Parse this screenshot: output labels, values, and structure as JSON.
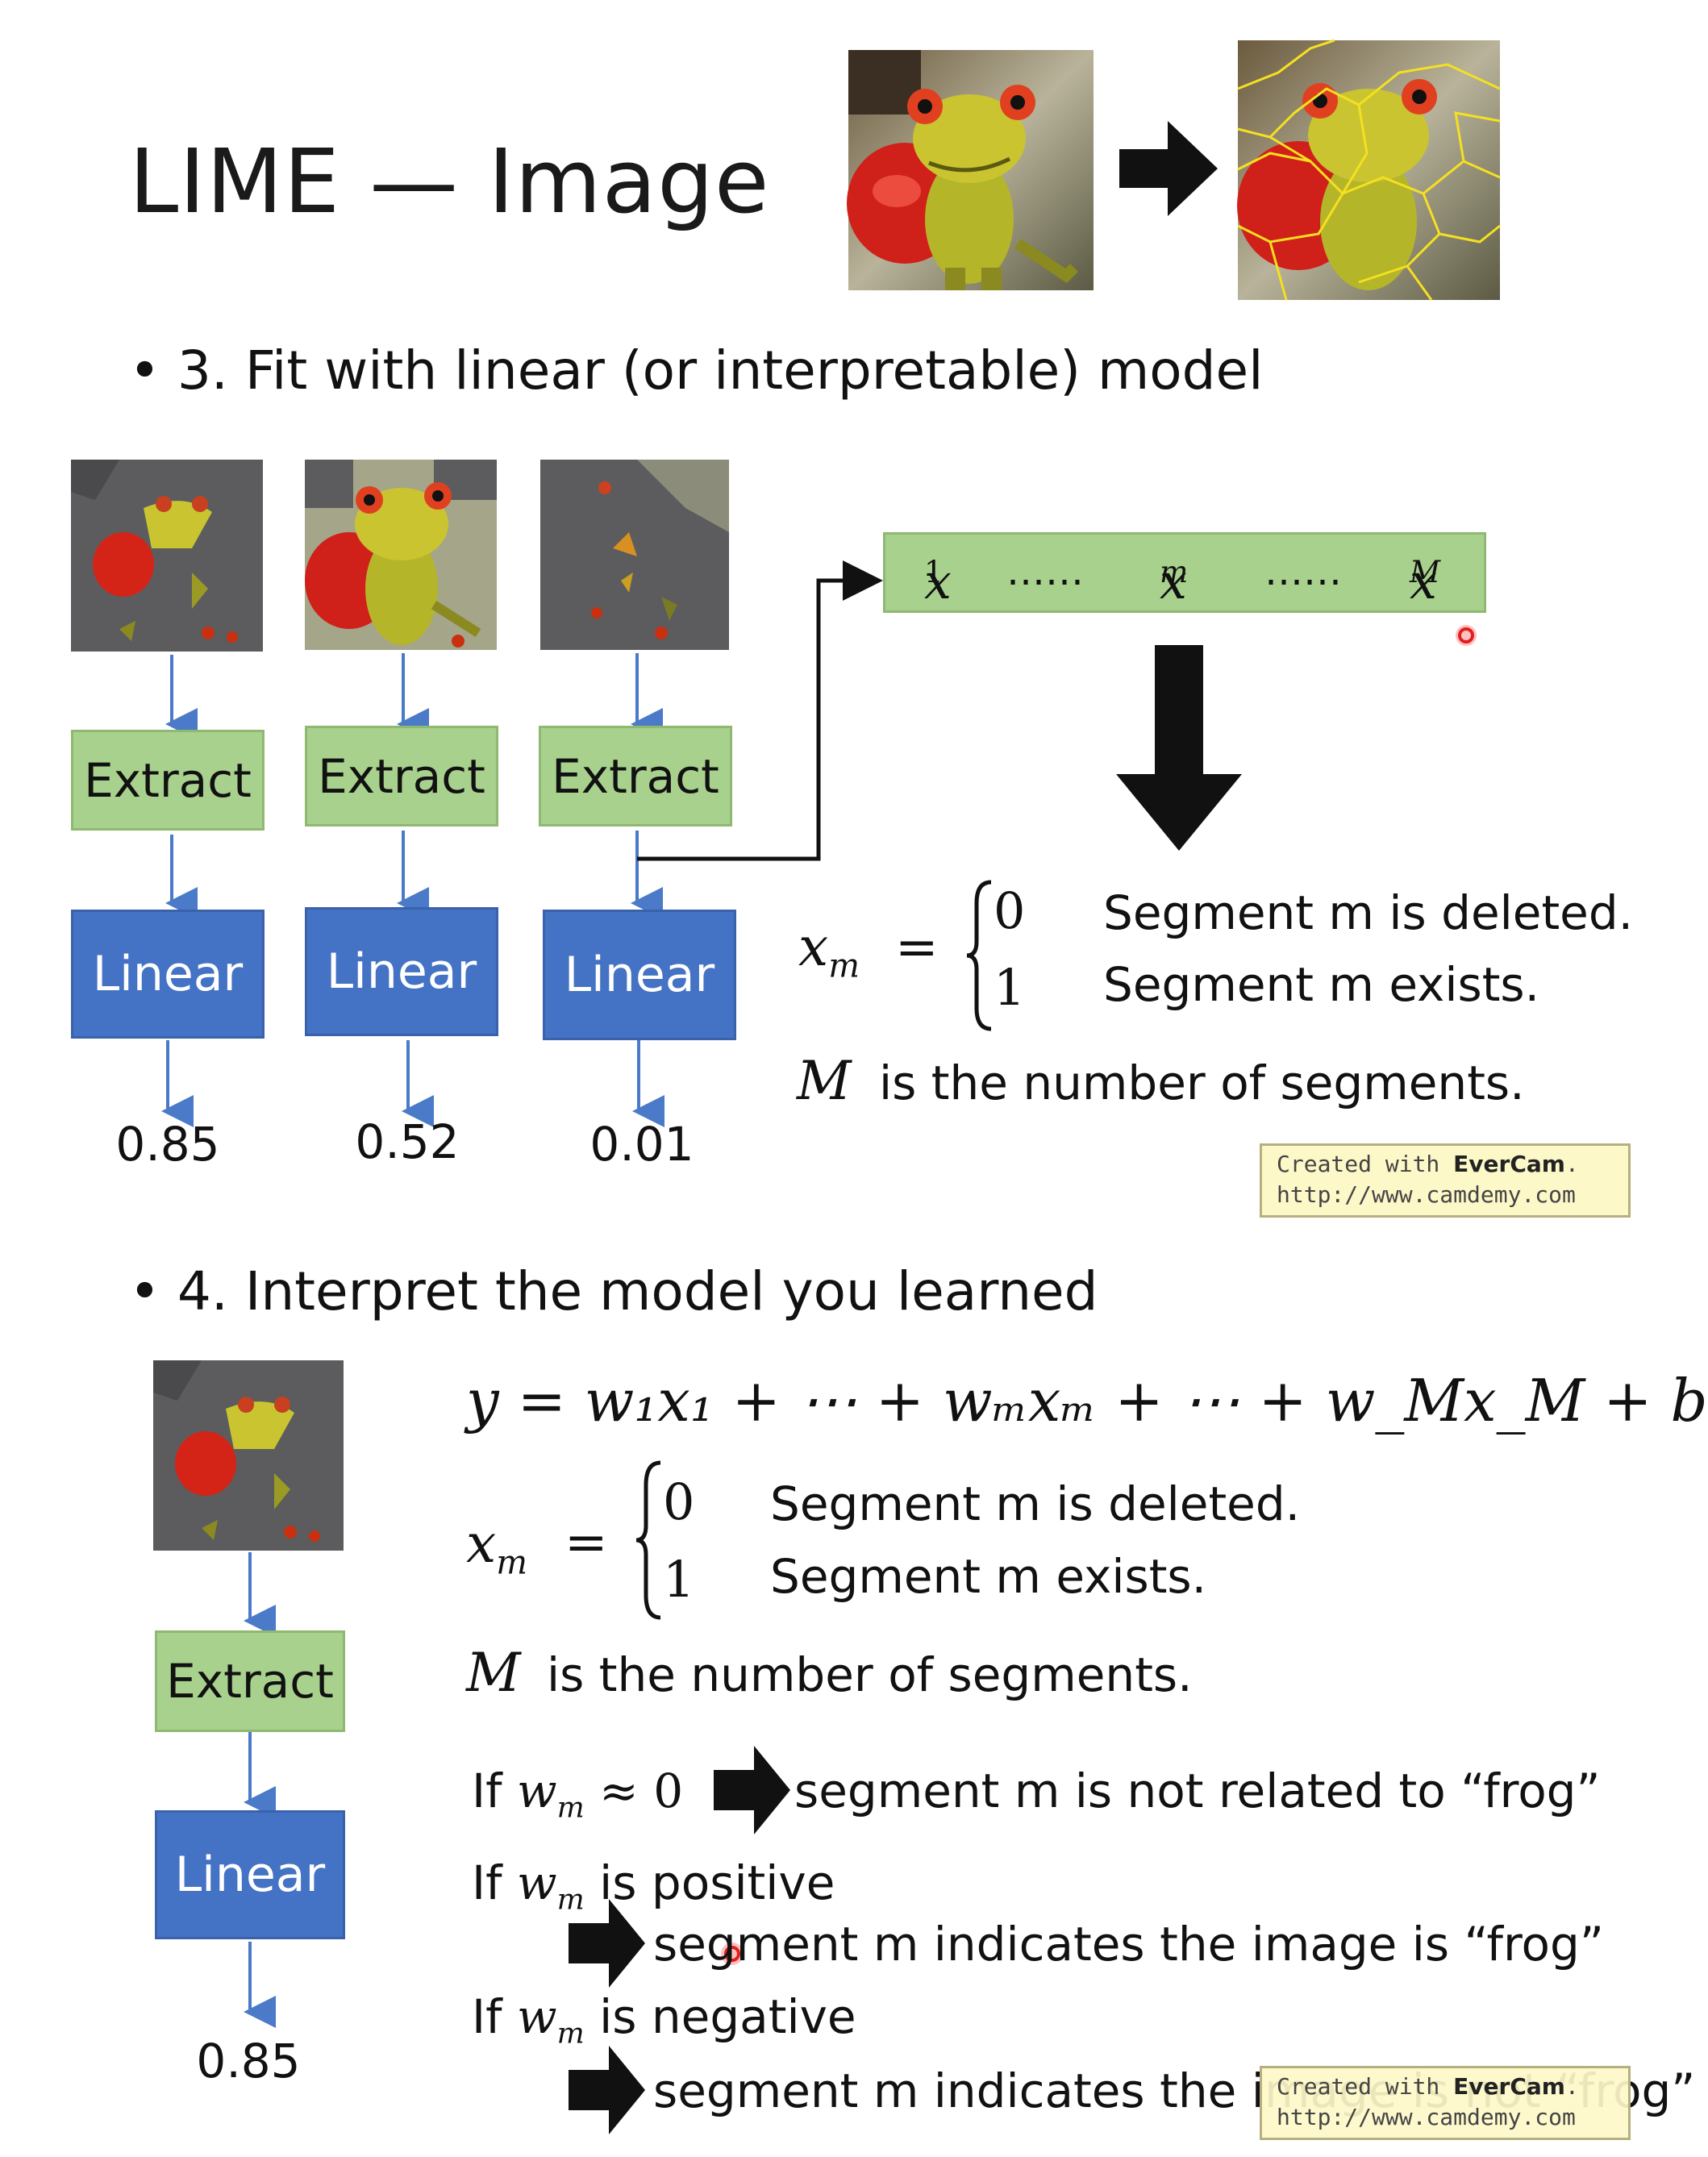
{
  "title": "LIME — Image",
  "step3": "• 3. Fit with linear (or interpretable) model",
  "step4": "• 4. Interpret the model you learned",
  "extract_label": "Extract",
  "linear_label": "Linear",
  "outputs": [
    "0.85",
    "0.52",
    "0.01"
  ],
  "output4": "0.85",
  "vector": {
    "x1": "x",
    "x1_sub": "1",
    "dots": "……",
    "xm": "x",
    "xm_sub": "m",
    "xM": "x",
    "xM_sub": "M"
  },
  "def": {
    "lhs": "x",
    "lhs_sub": "m",
    "eq": "=",
    "zero": "0",
    "one": "1",
    "deleted": "Segment m is deleted.",
    "exists": "Segment m exists.",
    "M": "M",
    "num_segments": "is the number of segments."
  },
  "equation": "y = w₁x₁ + ⋯ + wₘxₘ + ⋯ + w_Mx_M + b",
  "rules": {
    "if": "If",
    "w": "w",
    "w_sub": "m",
    "approx0": "≈ 0",
    "not_related": "segment m is not related to “frog”",
    "is_positive": "is positive",
    "indicates_frog": "segment m indicates the image is “frog”",
    "is_negative": "is negative",
    "indicates_not_frog": "segment m indicates the image is not “frog”"
  },
  "evercam": {
    "created": "Created with",
    "brand": "EverCam",
    "url": "http://www.camdemy.com"
  },
  "colors": {
    "extract": "#a9d18e",
    "linear": "#4472c4",
    "evercam_bg": "#fdf8c8"
  }
}
